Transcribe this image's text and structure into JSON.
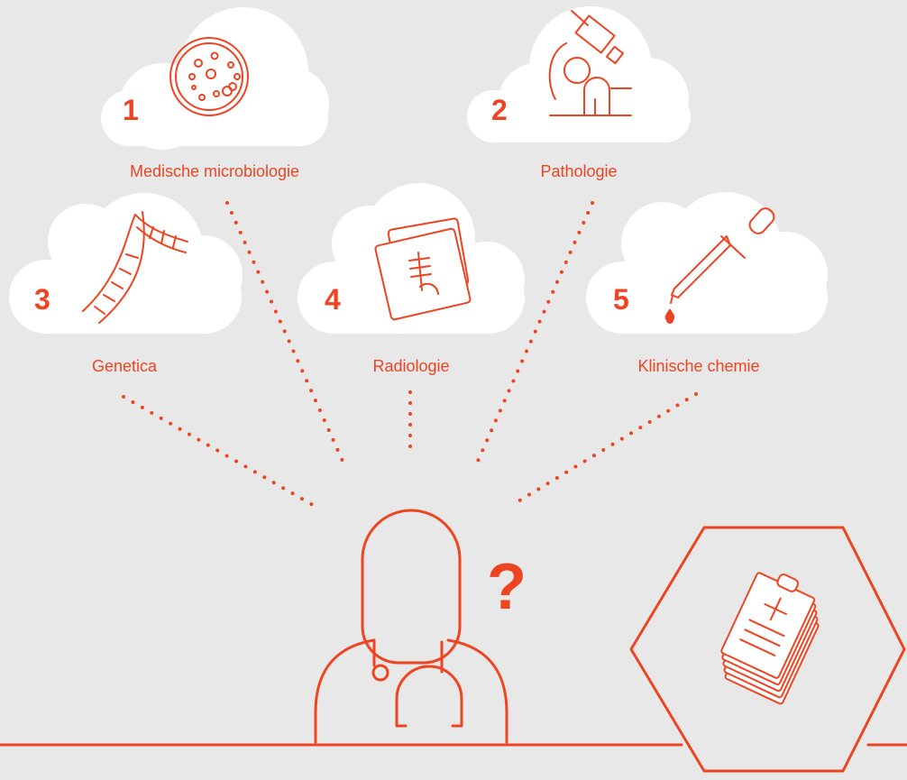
{
  "accent": "#ee4422",
  "background": "#e8e8e8",
  "specialties": [
    {
      "number": "1",
      "label": "Medische microbiologie",
      "icon": "petri-dish-icon"
    },
    {
      "number": "2",
      "label": "Pathologie",
      "icon": "microscope-icon"
    },
    {
      "number": "3",
      "label": "Genetica",
      "icon": "dna-icon"
    },
    {
      "number": "4",
      "label": "Radiologie",
      "icon": "xray-icon"
    },
    {
      "number": "5",
      "label": "Klinische chemie",
      "icon": "pipette-icon"
    }
  ],
  "doctor": {
    "icon": "doctor-icon",
    "question_mark": "?"
  },
  "records": {
    "icon": "medical-records-icon"
  }
}
